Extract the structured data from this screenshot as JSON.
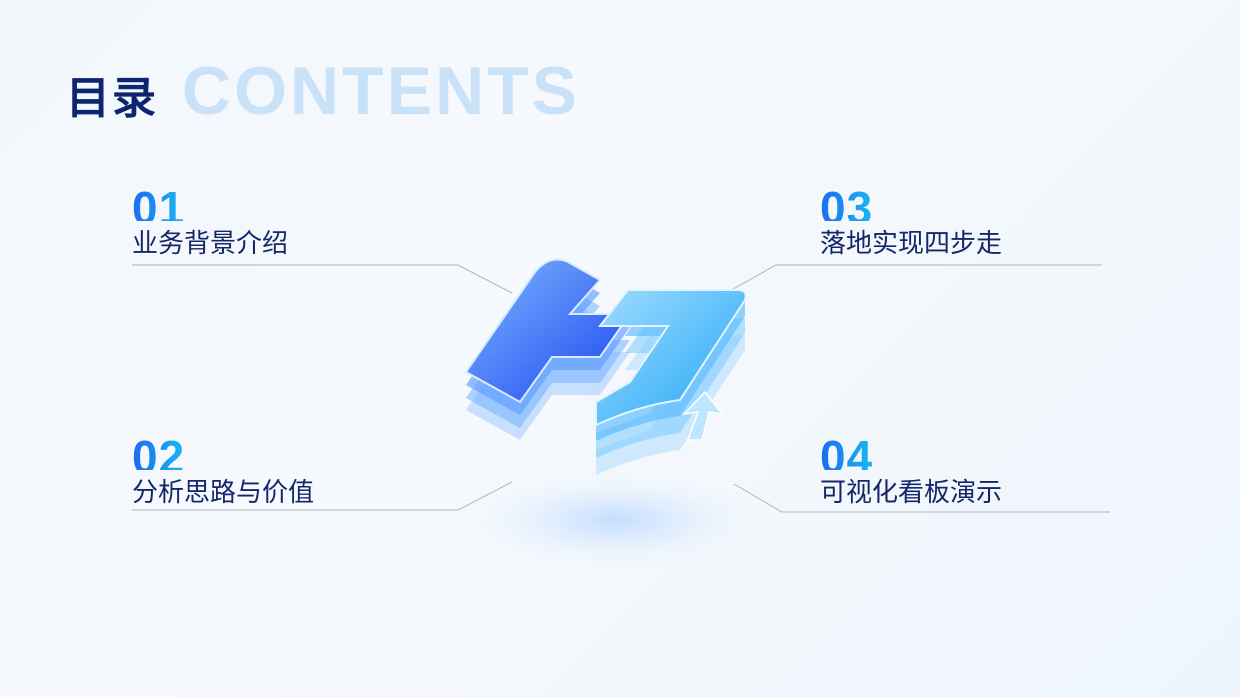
{
  "header": {
    "title_cn": "目录",
    "title_en": "CONTENTS"
  },
  "items": [
    {
      "number": "01",
      "label": "业务背景介绍"
    },
    {
      "number": "02",
      "label": "分析思路与价值"
    },
    {
      "number": "03",
      "label": "落地实现四步走"
    },
    {
      "number": "04",
      "label": "可视化看板演示"
    }
  ],
  "colors": {
    "title": "#0d2470",
    "title_en": "#c9e2f8",
    "number_start": "#1b6bf0",
    "number_end": "#19b9f2",
    "label": "#14276b",
    "line": "#a9b4c6"
  },
  "icons": {
    "center": "3d-stacked-glass-logo-icon"
  }
}
